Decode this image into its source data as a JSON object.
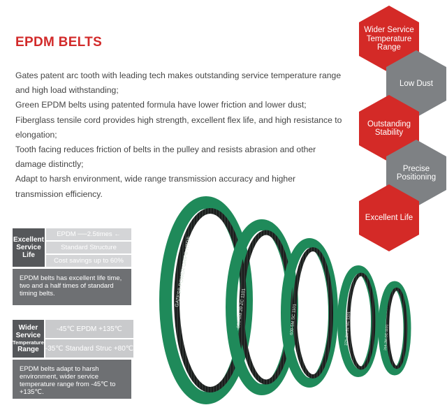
{
  "title": "EPDM BELTS",
  "description": [
    "Gates patent arc tooth with leading tech makes outstanding service temperature range and high load withstanding;",
    "Green EPDM belts using patented formula have lower friction and lower dust;",
    "Fiberglass tensile cord provides high strength, excellent flex life, and high resistance to elongation;",
    "Tooth facing reduces friction of belts in the pulley and resists abrasion and other damage distinctly;",
    "Adapt to harsh environment, wide range transmission accuracy and higher transmission efficiency."
  ],
  "features": [
    {
      "label": "Wider Service Temperature Range",
      "color": "#d42a27"
    },
    {
      "label": "Low Dust",
      "color": "#7e8184"
    },
    {
      "label": "Outstanding Stability",
      "color": "#d42a27"
    },
    {
      "label": "Precise Positioning",
      "color": "#7e8184"
    },
    {
      "label": "Excellent Life",
      "color": "#d42a27"
    }
  ],
  "panel_life": {
    "label": "Excellent Service Life",
    "rows": [
      "EPDM ──2.5times ←",
      "Standard Structure",
      "Cost savings up to 60%"
    ],
    "note": "EPDM belts has excellent life time, two and a half times of standard timing belts."
  },
  "panel_temp": {
    "label_main": "Wider Service",
    "label_small": "Temperature",
    "label_end": "Range",
    "rows": [
      "-45℃   EPDM   +135℃",
      "-35℃ Standard Struc +80℃"
    ],
    "note": "EPDM belts adapt to harsh environment, wider service temperature range from -45℃ to +135℃."
  },
  "belt_prints": [
    "GATES® POWER GRIP® HTD®",
    "800-8M 20 ZC 1101",
    "600-5M SC 1101",
    "375-3M 51 SC 1101",
    "264-3M SC 1101"
  ],
  "colors": {
    "accent": "#d22a2a",
    "belt": "#1f8a5a",
    "belt_dark": "#0f5a3a",
    "teeth": "#1a1d1c"
  }
}
